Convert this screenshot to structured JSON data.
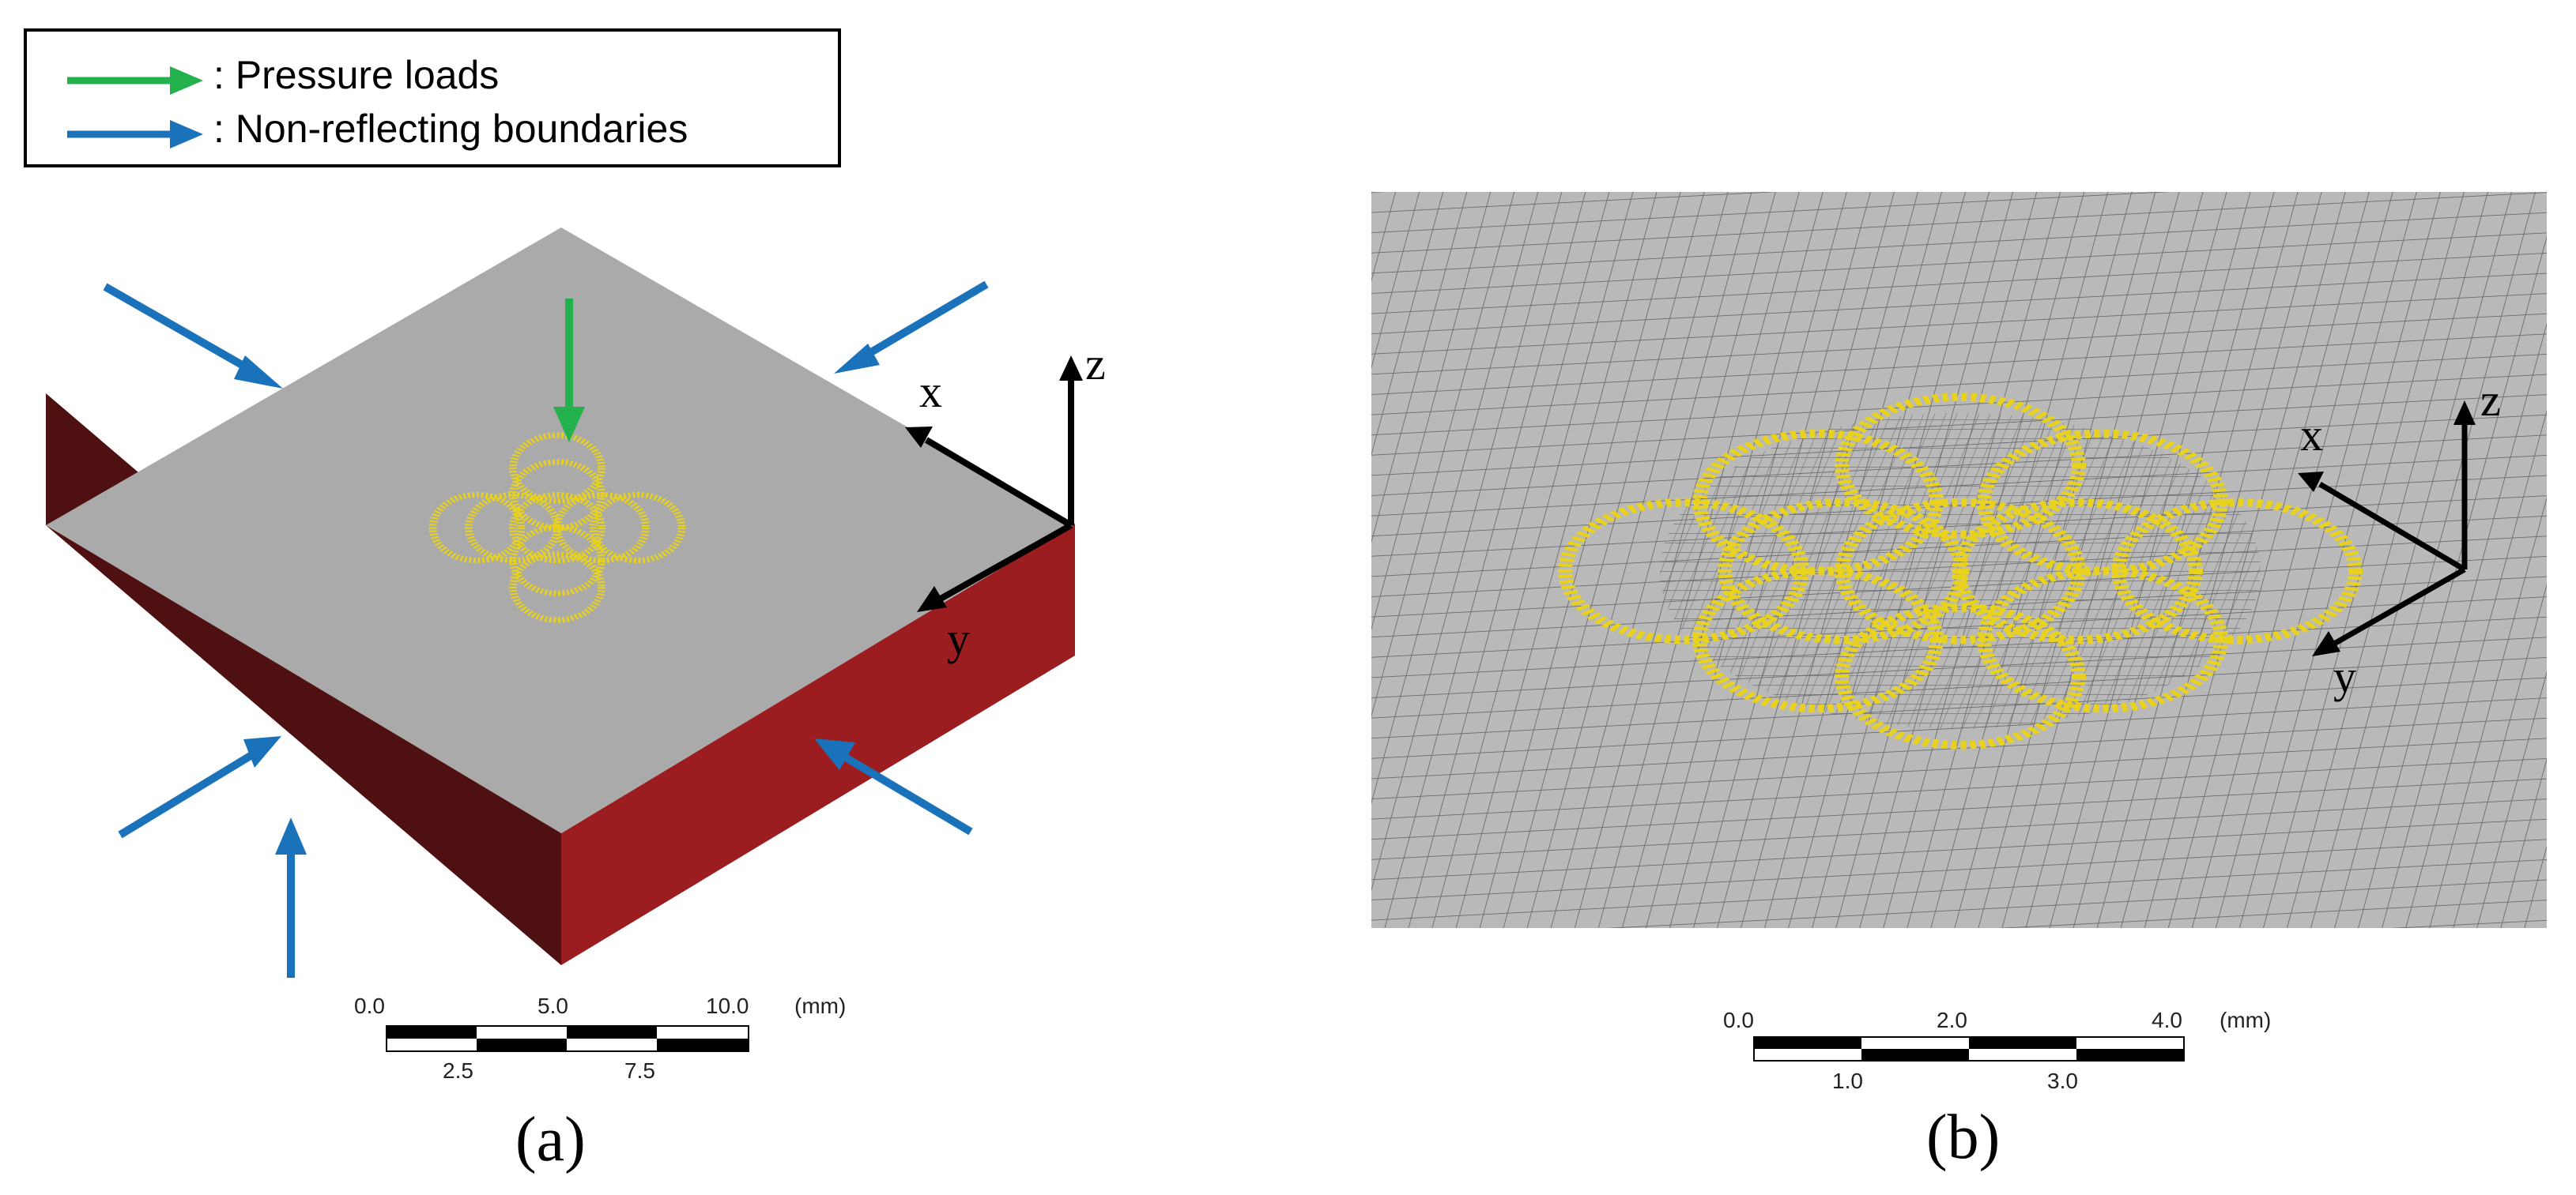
{
  "legend": {
    "items": [
      {
        "label": ": Pressure loads",
        "color": "#22b14c"
      },
      {
        "label": ": Non-reflecting boundaries",
        "color": "#1a72bb"
      }
    ]
  },
  "panel_a": {
    "label": "(a)",
    "axes": {
      "x": "x",
      "y": "y",
      "z": "z"
    },
    "colors": {
      "top": "#aaaaaa",
      "left_side": "#4f1011",
      "right_side": "#9b1d20",
      "transducer": "#e8d21e"
    },
    "scale_bar": {
      "top_ticks": [
        "0.0",
        "5.0",
        "10.0"
      ],
      "bottom_ticks": [
        "2.5",
        "7.5"
      ],
      "unit": "(mm)"
    }
  },
  "panel_b": {
    "label": "(b)",
    "axes": {
      "x": "x",
      "y": "y",
      "z": "z"
    },
    "colors": {
      "mesh_bg": "#b9b9b9",
      "mesh_line": "#6f6f6f",
      "transducer": "#e8d21e"
    },
    "scale_bar": {
      "top_ticks": [
        "0.0",
        "2.0",
        "4.0"
      ],
      "bottom_ticks": [
        "1.0",
        "3.0"
      ],
      "unit": "(mm)"
    }
  }
}
